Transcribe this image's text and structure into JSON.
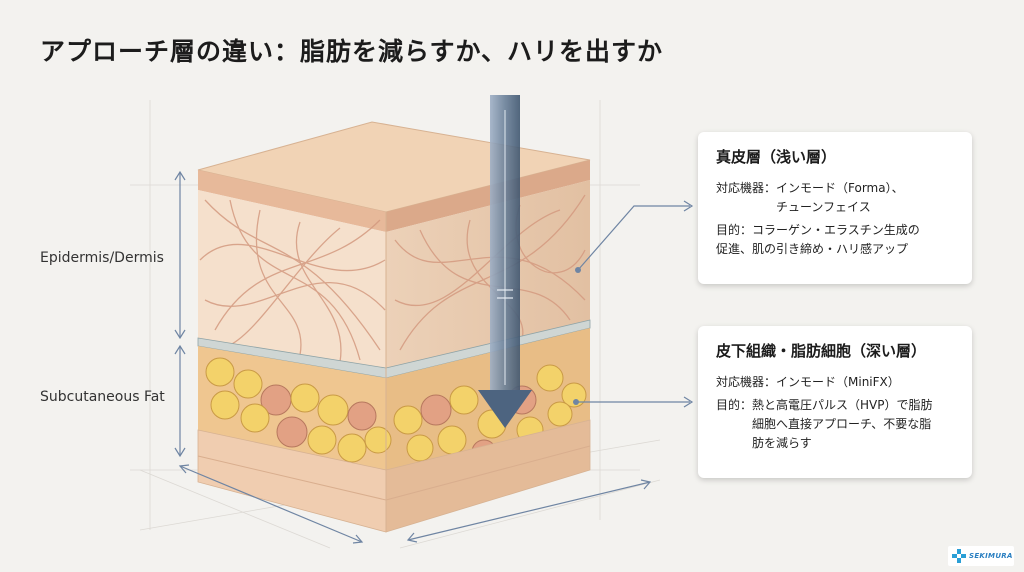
{
  "title": "アプローチ層の違い：脂肪を減らすか、ハリを出すか",
  "layers": {
    "epidermis": "Epidermis/Dermis",
    "fat": "Subcutaneous Fat"
  },
  "cards": [
    {
      "heading": "真皮層（浅い層）",
      "rows": [
        {
          "key": "対応機器：",
          "lines": [
            "インモード（Forma）、",
            "チューンフェイス"
          ]
        },
        {
          "key": "目的：",
          "lines": [
            "コラーゲン・エラスチン生成の",
            "促進、肌の引き締め・ハリ感アップ"
          ]
        }
      ]
    },
    {
      "heading": "皮下組織・脂肪細胞（深い層）",
      "rows": [
        {
          "key": "対応機器：",
          "lines": [
            "インモード（MiniFX）"
          ]
        },
        {
          "key": "目的：",
          "lines": [
            "熱と高電圧パルス（HVP）で脂肪",
            "細胞へ直接アプローチ、不要な脂",
            "肪を減らす"
          ]
        }
      ]
    }
  ],
  "logo": {
    "text": "SEKIMURA",
    "icon": "cross-logo-icon"
  },
  "colors": {
    "background": "#f3f2ef",
    "skin_top": "#f1d3b5",
    "dermis": "#f4dcc4",
    "fat_yellow": "#f3d26a",
    "fat_red": "#e2a184",
    "arrow": "#5c7392",
    "guide_line": "#6f85a3"
  }
}
